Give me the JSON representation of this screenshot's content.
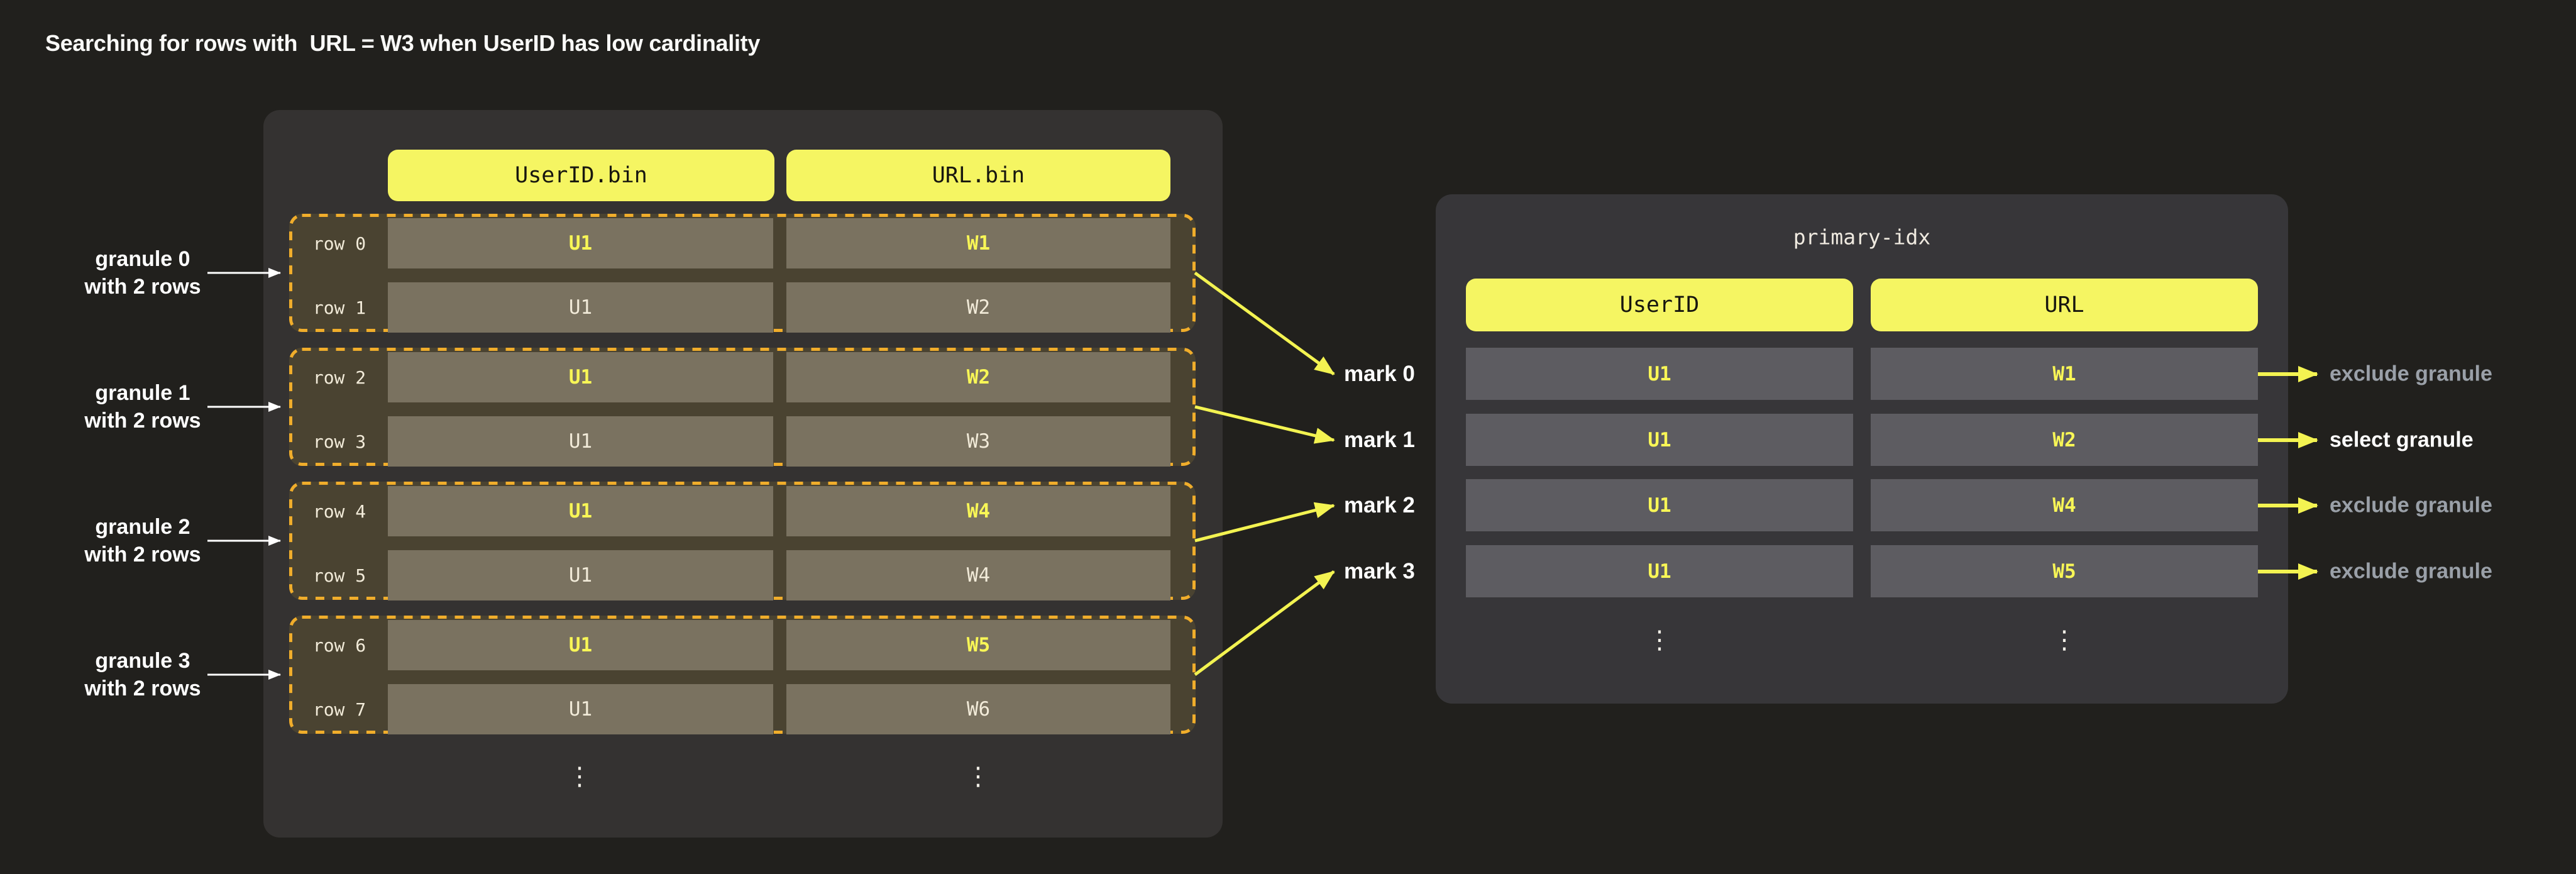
{
  "title": "Searching for rows with  URL = W3 when UserID has low cardinality",
  "colors": {
    "background": "#21201d",
    "panel_left": "#343231",
    "panel_right": "#373639",
    "header_pill": "#f5f562",
    "granule_fill": "#4a4331",
    "granule_dash": "#f0ad2b",
    "bin_cell": "#7a7260",
    "idx_cell": "#5d5c61",
    "value_yellow": "#f8f656",
    "value_cream": "#f2ebd9",
    "arrow_yellow": "#f3f351",
    "arrow_white": "#ffffff",
    "action_gray": "#9aa0a8"
  },
  "bin_file": {
    "headers": [
      "UserID.bin",
      "URL.bin"
    ],
    "ellipsis": "⋮",
    "granules": [
      {
        "label": [
          "granule 0",
          "with 2 rows"
        ],
        "rows": [
          {
            "label": "row 0",
            "values": [
              "U1",
              "W1"
            ],
            "first_in_granule": true
          },
          {
            "label": "row 1",
            "values": [
              "U1",
              "W2"
            ],
            "first_in_granule": false
          }
        ]
      },
      {
        "label": [
          "granule 1",
          "with 2 rows"
        ],
        "rows": [
          {
            "label": "row 2",
            "values": [
              "U1",
              "W2"
            ],
            "first_in_granule": true
          },
          {
            "label": "row 3",
            "values": [
              "U1",
              "W3"
            ],
            "first_in_granule": false
          }
        ]
      },
      {
        "label": [
          "granule 2",
          "with 2 rows"
        ],
        "rows": [
          {
            "label": "row 4",
            "values": [
              "U1",
              "W4"
            ],
            "first_in_granule": true
          },
          {
            "label": "row 5",
            "values": [
              "U1",
              "W4"
            ],
            "first_in_granule": false
          }
        ]
      },
      {
        "label": [
          "granule 3",
          "with 2 rows"
        ],
        "rows": [
          {
            "label": "row 6",
            "values": [
              "U1",
              "W5"
            ],
            "first_in_granule": true
          },
          {
            "label": "row 7",
            "values": [
              "U1",
              "W6"
            ],
            "first_in_granule": false
          }
        ]
      }
    ]
  },
  "marks": {
    "items": [
      "mark 0",
      "mark 1",
      "mark 2",
      "mark 3"
    ]
  },
  "primary_index": {
    "title": "primary-idx",
    "headers": [
      "UserID",
      "URL"
    ],
    "ellipsis": "⋮",
    "rows": [
      {
        "values": [
          "U1",
          "W1"
        ]
      },
      {
        "values": [
          "U1",
          "W2"
        ]
      },
      {
        "values": [
          "U1",
          "W4"
        ]
      },
      {
        "values": [
          "U1",
          "W5"
        ]
      }
    ]
  },
  "actions": {
    "items": [
      {
        "label": "exclude granule",
        "selected": false
      },
      {
        "label": "select granule",
        "selected": true
      },
      {
        "label": "exclude granule",
        "selected": false
      },
      {
        "label": "exclude granule",
        "selected": false
      }
    ]
  }
}
